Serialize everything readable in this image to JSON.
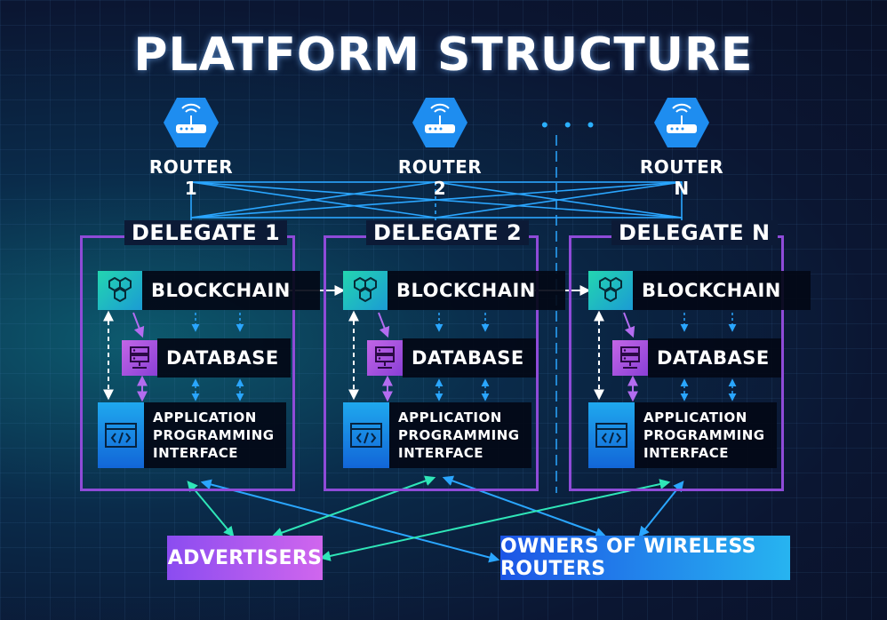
{
  "title": "PLATFORM STRUCTURE",
  "routers": [
    {
      "label": "ROUTER 1"
    },
    {
      "label": "ROUTER 2"
    },
    {
      "label": "ROUTER N"
    }
  ],
  "ellipsis": "• • •",
  "delegates": [
    {
      "title": "DELEGATE 1"
    },
    {
      "title": "DELEGATE 2"
    },
    {
      "title": "DELEGATE N"
    }
  ],
  "modules": {
    "blockchain": "BLOCKCHAIN",
    "database": "DATABASE",
    "api": "APPLICATION\nPROGRAMMING\nINTERFACE"
  },
  "bottom": {
    "advertisers": "ADVERTISERS",
    "owners": "OWNERS OF WIRELESS ROUTERS"
  },
  "colors": {
    "delegate_border": "#8f4bd8",
    "blockchain_icon": "#23d6b0",
    "database_icon": "#a64fe0",
    "api_icon": "#1a8be6",
    "advertisers_box": "#9a4ef0",
    "owners_box": "#1e6ef0",
    "connector_arrows": "#2fe6b8"
  },
  "icons": [
    "wifi-router-icon",
    "blockchain-hexagon-icon",
    "server-icon",
    "code-window-icon"
  ]
}
